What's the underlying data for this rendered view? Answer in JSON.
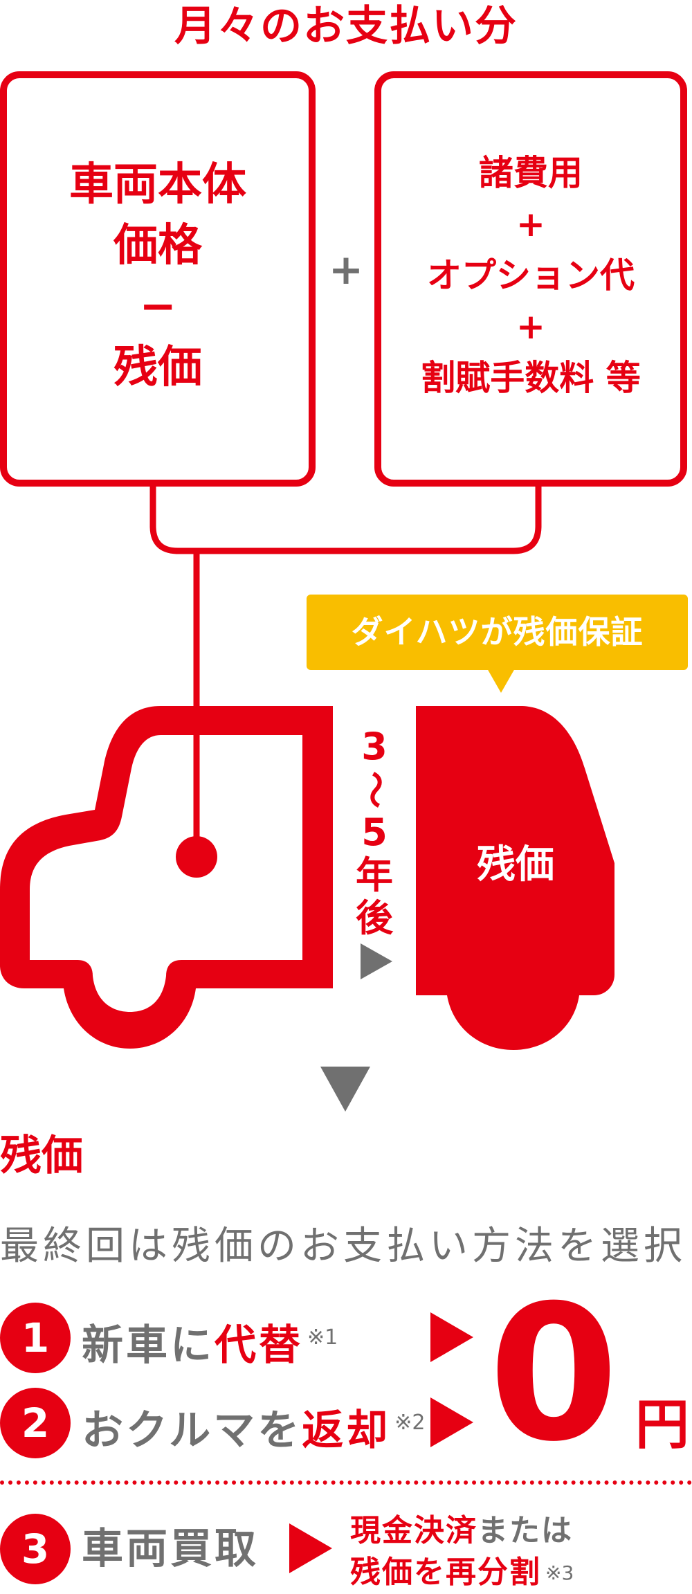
{
  "header": {
    "title": "月々のお支払い分"
  },
  "monthly_boxes": {
    "left": {
      "lines": [
        "車両本体",
        "価格",
        "−",
        "残価"
      ]
    },
    "operator": "+",
    "right": {
      "lines": [
        "諸費用",
        "+",
        "オプション代",
        "+",
        "割賦手数料 等"
      ]
    }
  },
  "badge": {
    "label": "ダイハツが残価保証",
    "color": "#F9BE00"
  },
  "timeline": {
    "years_chars": [
      "3",
      "〜",
      "5",
      "年",
      "後"
    ],
    "arrow": "right-triangle"
  },
  "car_rear": {
    "label": "残価"
  },
  "residual": {
    "heading": "残価",
    "subtitle": "最終回は残価のお支払い方法を選択"
  },
  "options": [
    {
      "number": "1",
      "text_gray": "新車に",
      "text_red": "代替",
      "note": "※1"
    },
    {
      "number": "2",
      "text_gray": "おクルマを",
      "text_red": "返却",
      "note": "※2"
    },
    {
      "number": "3",
      "text_gray": "車両買取",
      "result_line1_red": "現金決済",
      "result_line1_gray": "または",
      "result_line2_red": "残価を再分割",
      "note": "※3"
    }
  ],
  "zero_result": {
    "amount": "0",
    "unit": "円"
  },
  "colors": {
    "primary_red": "#E60012",
    "text_gray": "#707070",
    "badge_yellow": "#F9BE00",
    "arrow_gray": "#707070"
  }
}
